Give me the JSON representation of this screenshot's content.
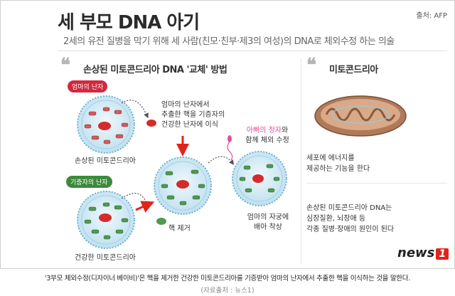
{
  "header": {
    "title": "세 부모 DNA 아기",
    "source": "출처: AFP",
    "subtitle": "2세의 유전 질병을 막기 위해 세 사람(친모·친부·제3의 여성)의 DNA로 체외수정 하는 의술"
  },
  "left_section": {
    "heading": "손상된 미토콘드리아 DNA '교체' 방법",
    "badge_mother": "엄마의 난자",
    "badge_donor": "기증자의 난자",
    "label_damaged": "손상된 미토콘드리아",
    "label_healthy": "건강한 미토콘드리아",
    "note_transfer_1": "엄마의 난자에서",
    "note_transfer_2": "추출한 핵을 기증자의",
    "note_transfer_3": "건강한 난자에 이식",
    "note_removal": "핵 제거",
    "note_sperm_1": "아빠의 정자",
    "note_sperm_1b": "와",
    "note_sperm_2": "함께 체외 수정",
    "note_implant_1": "엄마의 자궁에",
    "note_implant_2": "배아 착상"
  },
  "right_section": {
    "heading": "미토콘드리아",
    "desc_1": "세포에 에너지를",
    "desc_2": "제공하는 기능을 한다",
    "desc2_1": "손상된 미토콘드리아 DNA는",
    "desc2_2": "심장질환, 뇌장애 등",
    "desc2_3": "각종 질병·장애의 원인이 된다",
    "logo_text": "news",
    "logo_number": "1"
  },
  "footer": {
    "caption": "'3부모 체외수정(디자이너 베이비)'은 핵을 제거한 건강한 미토콘드리아를 기증받아 엄마의 난자에서 추출한 핵을 이식하는 것을 말한다.",
    "credit": "(자료출처 : 뉴스1)"
  },
  "colors": {
    "cell_fill": "#d9eef6",
    "cell_border": "#6fb0d2",
    "nucleus": "#d62b2b",
    "mito_damaged": "#d05b5b",
    "mito_healthy": "#4f9a4f",
    "arrow_red": "#e2231a",
    "badge_mother": "#d3283f",
    "badge_donor": "#3c8a3c",
    "sperm": "#e0509a"
  }
}
